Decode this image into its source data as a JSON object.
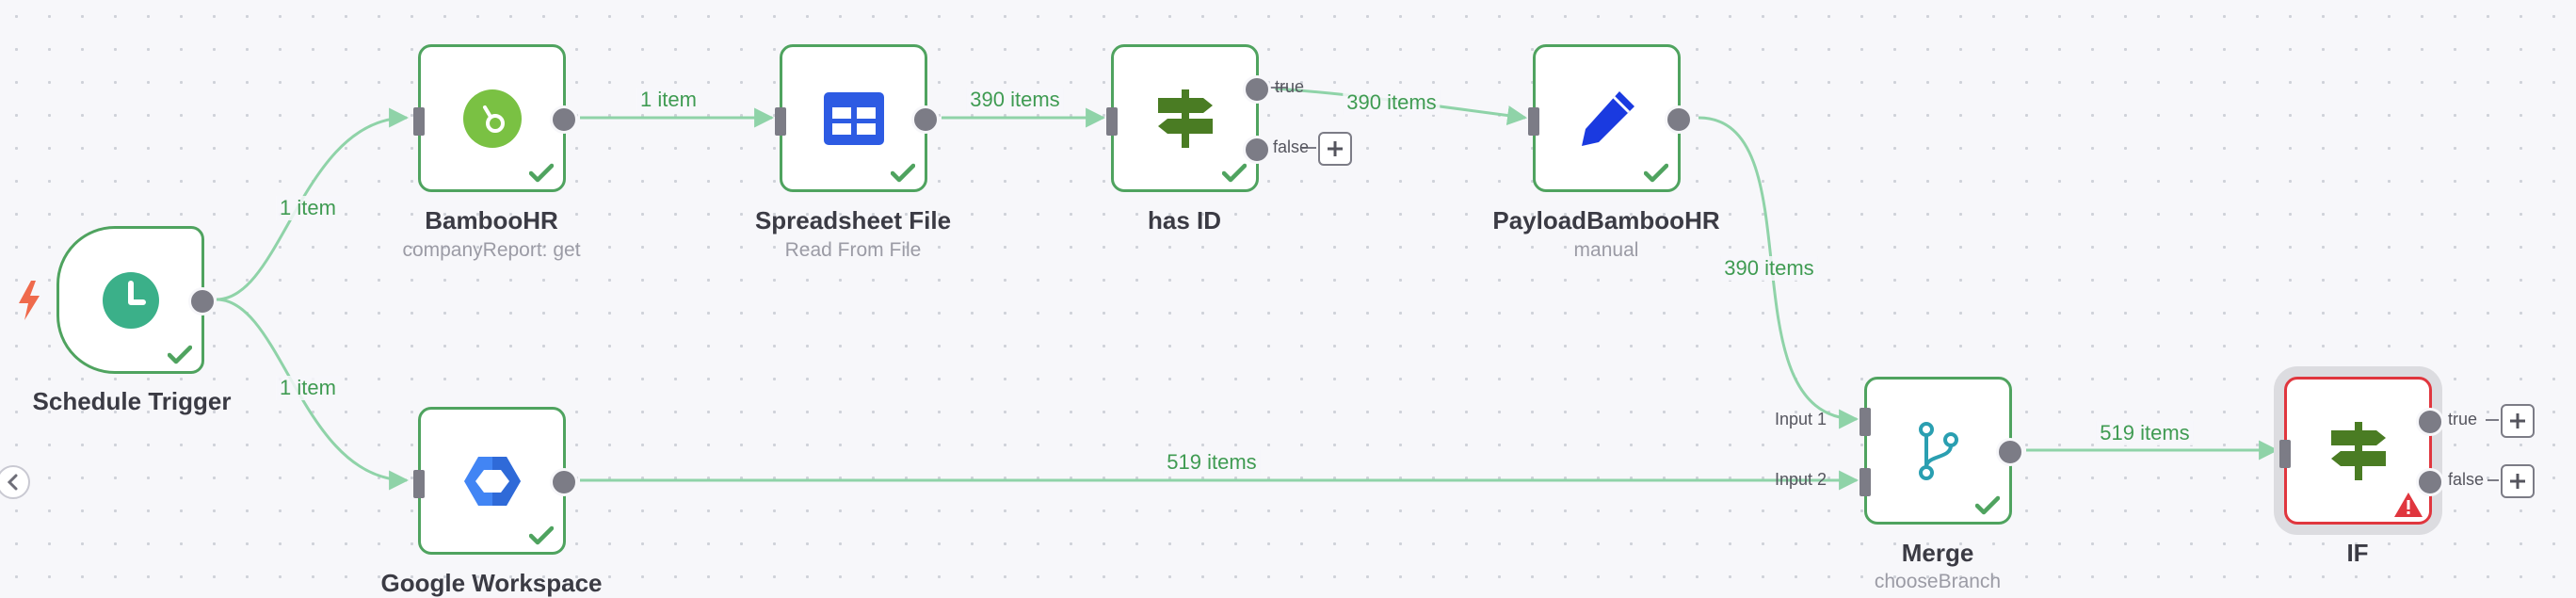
{
  "nodes": {
    "schedule_trigger": {
      "title": "Schedule Trigger",
      "subtitle": "",
      "status": "success",
      "icon": "clock-icon"
    },
    "bamboohr": {
      "title": "BambooHR",
      "subtitle": "companyReport: get",
      "status": "success",
      "icon": "bamboohr-icon"
    },
    "spreadsheet_file": {
      "title": "Spreadsheet File",
      "subtitle": "Read From File",
      "status": "success",
      "icon": "table-icon"
    },
    "has_id": {
      "title": "has ID",
      "subtitle": "",
      "status": "success",
      "icon": "signpost-icon"
    },
    "payload_bamboohr": {
      "title": "PayloadBambooHR",
      "subtitle": "manual",
      "status": "success",
      "icon": "pencil-icon"
    },
    "google_workspace": {
      "title": "Google Workspace",
      "subtitle": "",
      "status": "success",
      "icon": "google-workspace-icon"
    },
    "merge": {
      "title": "Merge",
      "subtitle": "chooseBranch",
      "status": "success",
      "icon": "merge-icon"
    },
    "if_node": {
      "title": "IF",
      "subtitle": "",
      "status": "error",
      "icon": "signpost-icon"
    }
  },
  "ports": {
    "true_label": "true",
    "false_label": "false",
    "input1_label": "Input 1",
    "input2_label": "Input 2"
  },
  "edges": {
    "trigger_to_bamboohr": "1 item",
    "trigger_to_workspace": "1 item",
    "bamboohr_to_spreadsheet": "1 item",
    "spreadsheet_to_hasid": "390 items",
    "hasid_true_to_payload": "390 items",
    "payload_to_merge": "390 items",
    "workspace_to_merge": "519 items",
    "merge_to_if": "519 items"
  },
  "colors": {
    "success": "#4fa35f",
    "error": "#e0363e",
    "edge": "#8fd3a8",
    "handle": "#7c7c86",
    "canvas": "#f7f7fa"
  }
}
